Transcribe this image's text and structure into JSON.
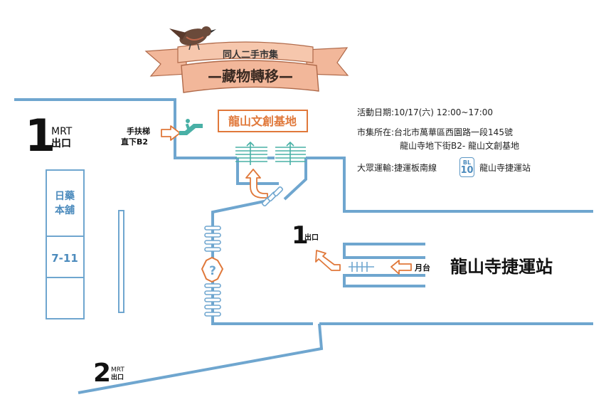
{
  "banner": {
    "subtitle": "同人二手市集",
    "title": "—藏物轉移—"
  },
  "exits": {
    "exit1_mrt": {
      "number": "1",
      "line1": "MRT",
      "line2": "出口"
    },
    "exit2_mrt": {
      "number": "2",
      "line1": "MRT",
      "line2": "出口"
    },
    "exit1_inner": {
      "number": "1",
      "label": "出口"
    }
  },
  "escalator_note": {
    "line1": "手扶梯",
    "line2": "直下B2"
  },
  "venue": {
    "name": "龍山文創基地"
  },
  "shops": {
    "shop1_line1": "日藥",
    "shop1_line2": "本舖",
    "shop2": "7-11"
  },
  "platform": {
    "label": "月台"
  },
  "station": {
    "name": "龍山寺捷運站"
  },
  "info": {
    "date_line": "活動日期:10/17(六) 12:00~17:00",
    "location_line1": "市集所在:台北市萬華區西園路一段145號",
    "location_line2": "龍山寺地下街B2- 龍山文創基地",
    "transit_prefix": "大眾運輸:捷運板南線",
    "transit_badge_top": "BL",
    "transit_badge_num": "10",
    "transit_station": "龍山寺捷運站"
  },
  "colors": {
    "wall": "#6fa6cf",
    "arrow": "#e0783a",
    "venue_border": "#e0783a",
    "stair": "#49b0a6",
    "shop_text": "#4c8bbd",
    "ribbon": "#f2b79a"
  },
  "icons": [
    "escalator-icon",
    "bird-icon",
    "question-hexagon-icon",
    "stairs-icon"
  ]
}
